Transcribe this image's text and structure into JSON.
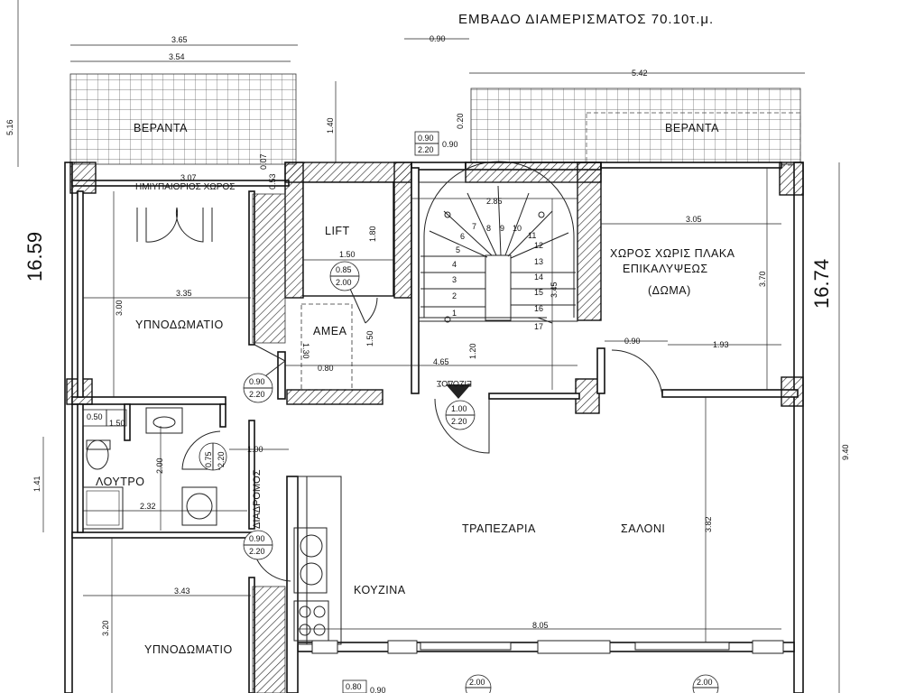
{
  "header": {
    "title": "ΕΜΒΑΔΟ ΔΙΑΜΕΡΙΣΜΑΤΟΣ 70.10τ.μ."
  },
  "rooms": {
    "veranda_left": "ΒΕΡΑΝΤΑ",
    "veranda_right": "ΒΕΡΑΝΤΑ",
    "semi_outdoor": "ΗΜΙΥΠΑΙΘΡΙΟΣ ΧΩΡΟΣ",
    "lift": "LIFT",
    "amea": "ΑΜΕΑ",
    "bedroom_1": "ΥΠΝΟΔΩΜΑΤΙΟ",
    "bedroom_2": "ΥΠΝΟΔΩΜΑΤΙΟ",
    "bathroom": "ΛΟΥΤΡΟ",
    "corridor": "ΔΙΑΔΡΟΜΟΣ",
    "dining": "ΤΡΑΠΕΖΑΡΙΑ",
    "living": "ΣΑΛΟΝΙ",
    "kitchen": "ΚΟΥΖΙΝΑ",
    "uncovered_line1": "ΧΩΡΟΣ ΧΩΡΙΣ ΠΛΑΚΑ",
    "uncovered_line2": "ΕΠΙΚΑΛΥΨΕΩΣ",
    "uncovered_line3": "(ΔΩΜΑ)",
    "entrance": "ΕΙΣΟΔΟΣ"
  },
  "side_dims": {
    "left": "16.59",
    "right": "16.74"
  },
  "dimensions": [
    "5.16",
    "3.65",
    "3.54",
    "0.90",
    "5.42",
    "1.40",
    "0.20",
    "0.07",
    "3.07",
    "0.53",
    "2.85",
    "3.05",
    "1.80",
    "1.50",
    "3.35",
    "3.00",
    "3.45",
    "3.70",
    "1.50",
    "1.20",
    "0.90",
    "1.93",
    "0.80",
    "4.65",
    "1.30",
    "0.50",
    "1.50",
    "1.00",
    "2.00",
    "1.41",
    "2.32",
    "9.40",
    "3.82",
    "3.43",
    "8.05",
    "3.20"
  ],
  "door_tags": [
    {
      "w": "0.90",
      "h": "2.20",
      "extra": "0.90"
    },
    {
      "w": "0.85",
      "h": "2.00"
    },
    {
      "w": "0.90",
      "h": "2.20"
    },
    {
      "w": "1.00",
      "h": "2.20"
    },
    {
      "w": "0.75",
      "h": "2.20"
    },
    {
      "w": "0.90",
      "h": "2.20"
    },
    {
      "w": "0.80",
      "h": "",
      "extra": "0.90"
    },
    {
      "w": "2.00",
      "h": ""
    },
    {
      "w": "2.00",
      "h": ""
    }
  ],
  "stair_steps": [
    "1",
    "2",
    "3",
    "4",
    "5",
    "6",
    "7",
    "8",
    "9",
    "10",
    "11",
    "12",
    "13",
    "14",
    "15",
    "16",
    "17"
  ]
}
